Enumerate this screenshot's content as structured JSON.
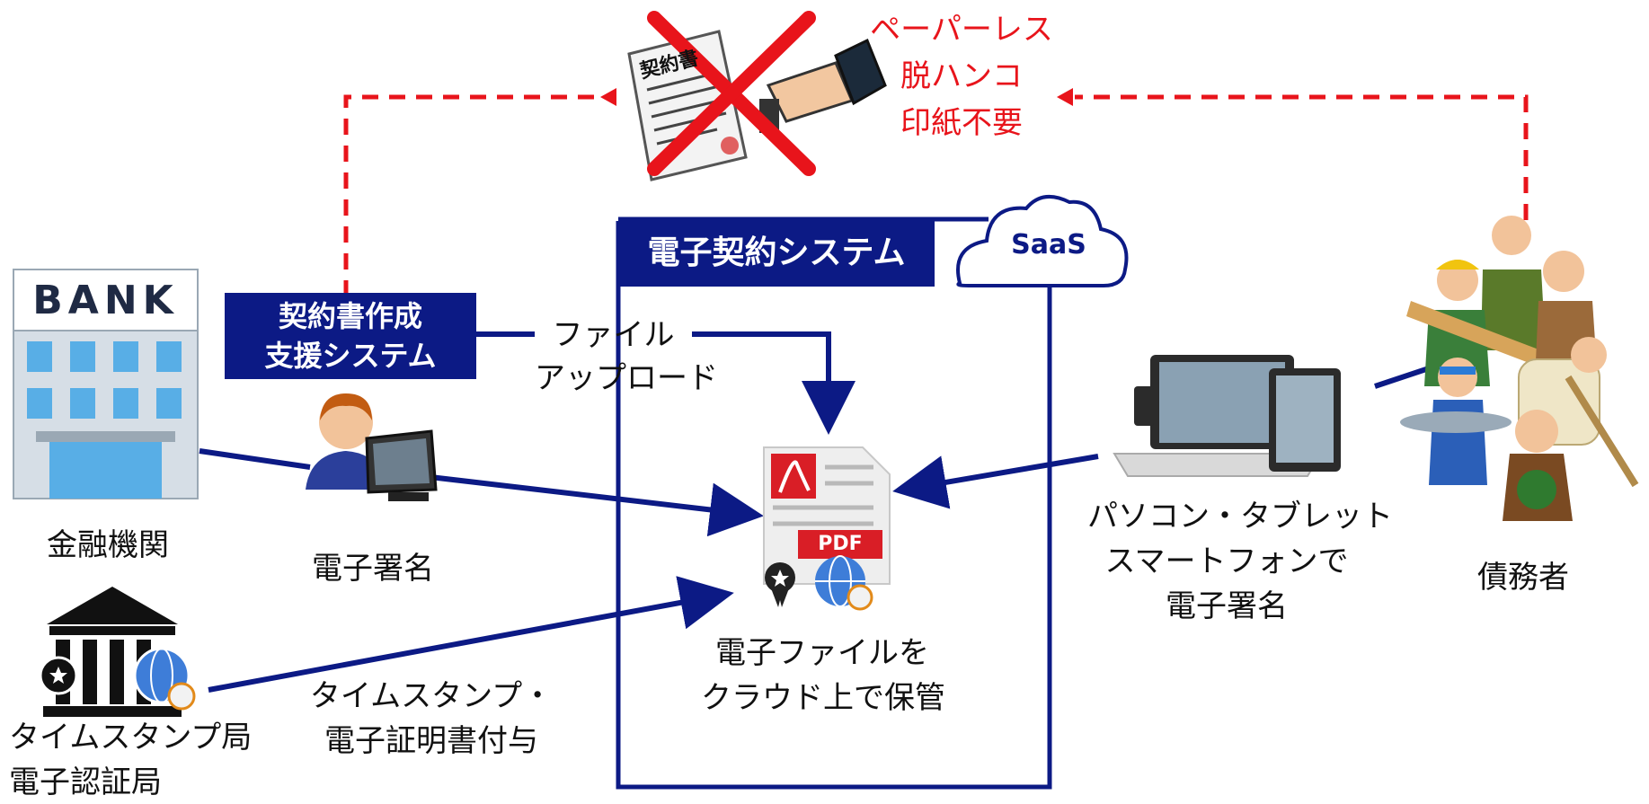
{
  "paperless": {
    "line1": "ペーパーレス",
    "line2": "脱ハンコ",
    "line3": "印紙不要"
  },
  "system": {
    "title": "電子契約システム",
    "saas": "SaaS"
  },
  "bank": {
    "sign": "BANK",
    "label": "金融機関"
  },
  "support_system": {
    "line1": "契約書作成",
    "line2": "支援システム"
  },
  "upload": {
    "line1": "ファイル",
    "line2": "アップロード"
  },
  "signer": {
    "label": "電子署名"
  },
  "storage": {
    "line1": "電子ファイルを",
    "line2": "クラウド上で保管"
  },
  "pdf": {
    "badge": "PDF"
  },
  "contract_doc": {
    "title": "契約書"
  },
  "devices": {
    "line1": "パソコン・タブレット",
    "line2": "スマートフォンで",
    "line3": "電子署名"
  },
  "debtors": {
    "label": "債務者"
  },
  "timestamp_authority": {
    "line1": "タイムスタンプ局",
    "line2": "電子認証局"
  },
  "timestamp_action": {
    "line1": "タイムスタンプ・",
    "line2": "電子証明書付与"
  },
  "colors": {
    "navy": "#0c1a85",
    "red": "#e8141b"
  }
}
